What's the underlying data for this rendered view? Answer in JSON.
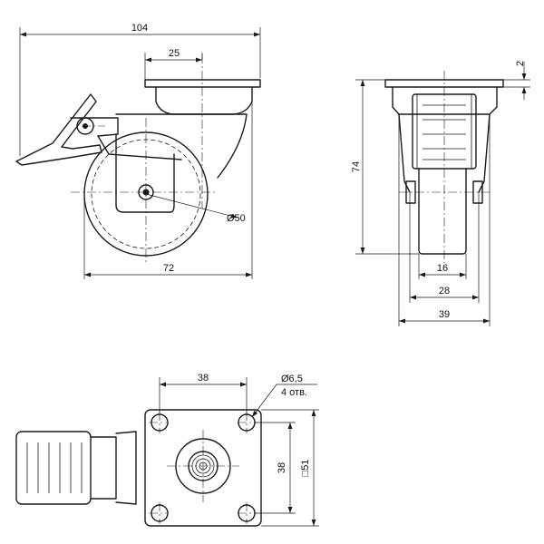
{
  "side_view": {
    "overall_width": "104",
    "plate_offset": "25",
    "wheel_diameter": "Ø50",
    "base_width": "72"
  },
  "front_view": {
    "plate_thickness": "2",
    "height": "74",
    "tread_width": "16",
    "fork_width": "28",
    "overall_width": "39"
  },
  "top_view": {
    "hole_spacing_x": "38",
    "hole_diameter": "Ø6,5",
    "hole_count": "4 отв.",
    "hole_spacing_y": "38",
    "plate_size": "□51"
  }
}
